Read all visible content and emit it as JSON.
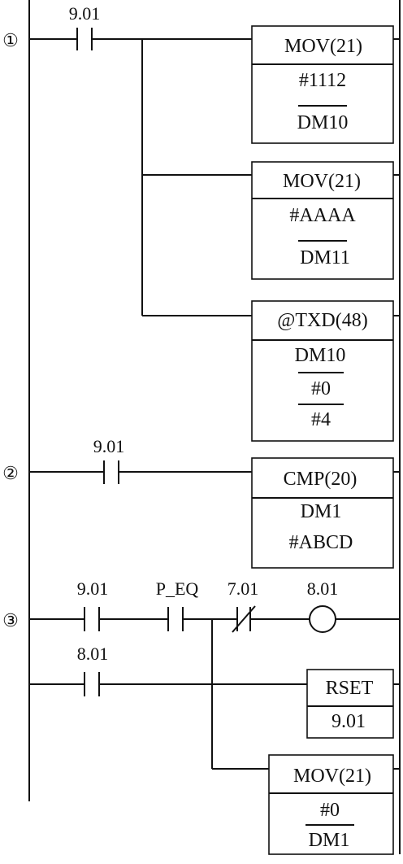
{
  "rungs": [
    {
      "number": "①",
      "contact": "9.01",
      "blocks": [
        {
          "instruction": "MOV(21)",
          "operands": [
            "#1112",
            "DM10"
          ]
        },
        {
          "instruction": "MOV(21)",
          "operands": [
            "#AAAA",
            "DM11"
          ]
        },
        {
          "instruction": "@TXD(48)",
          "operands": [
            "DM10",
            "#0",
            "#4"
          ]
        }
      ]
    },
    {
      "number": "②",
      "contact": "9.01",
      "blocks": [
        {
          "instruction": "CMP(20)",
          "operands": [
            "DM1",
            "#ABCD"
          ]
        }
      ]
    },
    {
      "number": "③",
      "contacts": [
        "9.01",
        "P_EQ",
        "7.01"
      ],
      "coil": "8.01",
      "latch_contact": "8.01",
      "blocks": [
        {
          "instruction": "RSET",
          "operands": [
            "9.01"
          ]
        },
        {
          "instruction": "MOV(21)",
          "operands": [
            "#0",
            "DM1"
          ]
        }
      ]
    }
  ]
}
